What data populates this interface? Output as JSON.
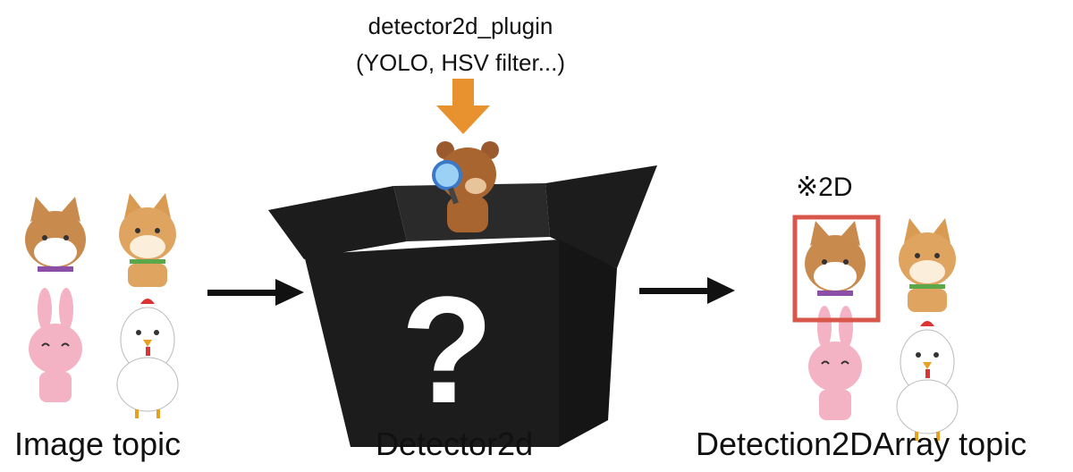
{
  "plugin": {
    "name": "detector2d_plugin",
    "examples": "(YOLO, HSV filter...)"
  },
  "labels": {
    "input": "Image topic",
    "node": "Detector2d",
    "output": "Detection2DArray topic"
  },
  "note": "※2D",
  "box_symbol": "?",
  "colors": {
    "arrow_plugin": "#E8922F",
    "arrow": "#111111",
    "box": "#1c1c1c",
    "bbox": "#D9574A"
  }
}
